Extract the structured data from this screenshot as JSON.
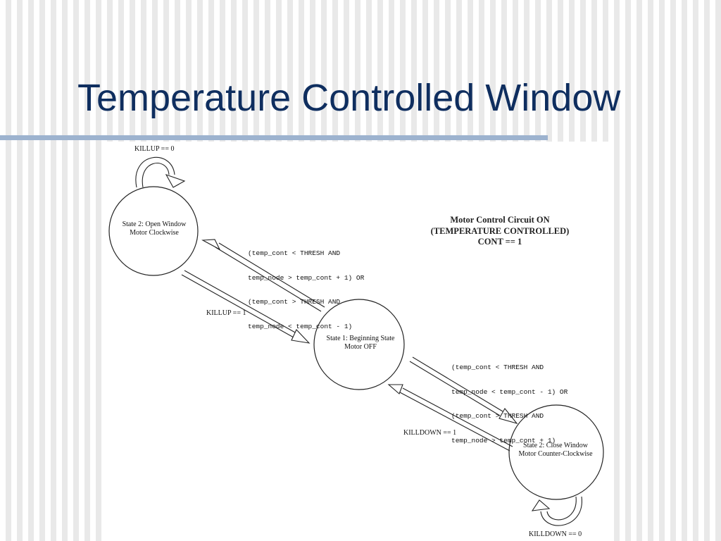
{
  "slide": {
    "title": "Temperature Controlled Window"
  },
  "diagram": {
    "states": {
      "open": {
        "line1": "State 2: Open Window",
        "line2": "Motor Clockwise"
      },
      "begin": {
        "line1": "State 1: Beginning State",
        "line2": "Motor OFF"
      },
      "close": {
        "line1": "State 2: Close Window",
        "line2": "Motor Counter-Clockwise"
      }
    },
    "labels": {
      "killup_zero": "KILLUP == 0",
      "killup_one": "KILLUP == 1",
      "killdown_one": "KILLDOWN == 1",
      "killdown_zero": "KILLDOWN == 0"
    },
    "conditions": {
      "to_open": [
        "(temp_cont < THRESH AND",
        "temp_node > temp_cont + 1) OR",
        "(temp_cont > THRESH AND",
        "temp_node < temp_cont - 1)"
      ],
      "to_close": [
        "(temp_cont < THRESH AND",
        "temp_node < temp_cont - 1) OR",
        "(temp_cont > THRESH AND",
        "temp_node > temp_cont + 1)"
      ]
    },
    "note": {
      "line1": "Motor Control Circuit ON",
      "line2": "(TEMPERATURE CONTROLLED)",
      "line3": "CONT == 1"
    }
  }
}
